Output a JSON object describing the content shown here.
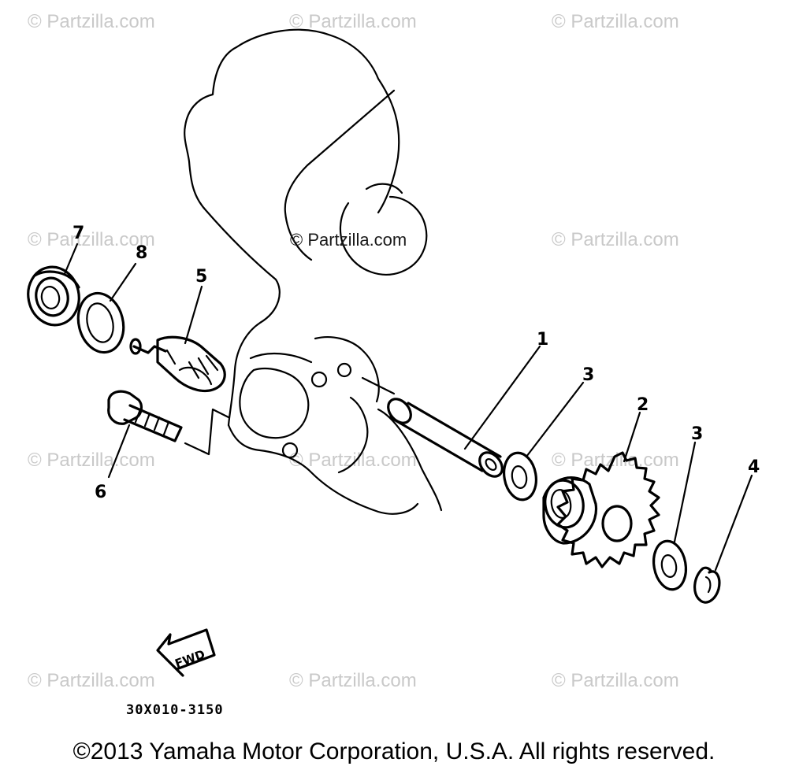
{
  "watermarks": [
    "© Partzilla.com",
    "© Partzilla.com",
    "© Partzilla.com",
    "© Partzilla.com",
    "© Partzilla.com",
    "© Partzilla.com",
    "© Partzilla.com",
    "© Partzilla.com",
    "© Partzilla.com",
    "© Partzilla.com",
    "© Partzilla.com",
    "© Partzilla.com"
  ],
  "center_watermark": "© Partzilla.com",
  "callouts": {
    "part1": "1",
    "part2": "2",
    "part3a": "3",
    "part3b": "3",
    "part4": "4",
    "part5": "5",
    "part6": "6",
    "part7": "7",
    "part8": "8"
  },
  "fwd_label": "FWD",
  "diagram_code": "30X010-3150",
  "copyright": "©2013 Yamaha Motor Corporation, U.S.A. All rights reserved."
}
